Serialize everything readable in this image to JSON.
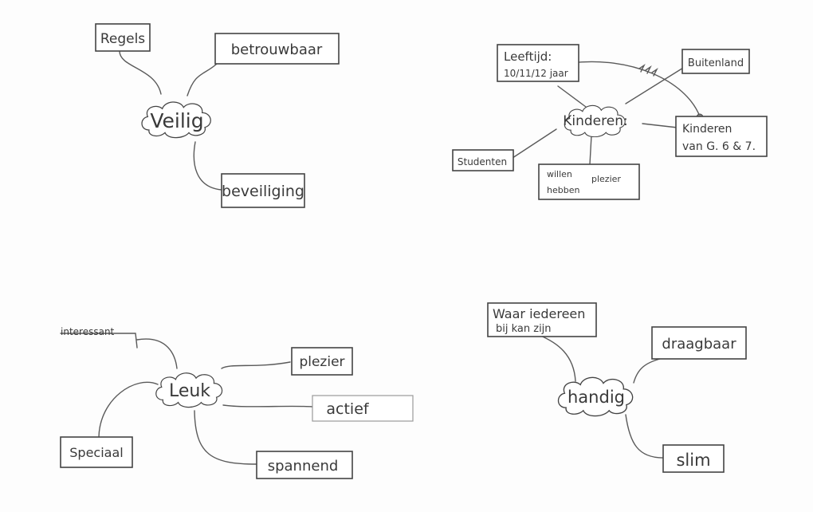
{
  "maps": [
    {
      "center": "Veilig",
      "nodes": {
        "regels": "Regels",
        "betrouwbaar": "betrouwbaar",
        "beveiliging": "beveiliging"
      }
    },
    {
      "center": "Kinderen:",
      "nodes": {
        "leeftijd_line1": "Leeftijd:",
        "leeftijd_line2": "10/11/12 jaar",
        "buitenland": "Buitenland",
        "kinderen_groep_line1": "Kinderen",
        "kinderen_groep_line2": "van G. 6 & 7.",
        "studenten": "Studenten",
        "plezier_line1": "willen",
        "plezier_line2": "plezier",
        "plezier_line3": "hebben"
      }
    },
    {
      "center": "Leuk",
      "nodes": {
        "interessant": "interessant",
        "plezier": "plezier",
        "actief": "actief",
        "speciaal": "Speciaal",
        "spannend": "spannend"
      }
    },
    {
      "center": "handig",
      "nodes": {
        "waar_line1": "Waar iedereen",
        "waar_line2": "bij kan zijn",
        "draagbaar": "draagbaar",
        "slim": "slim"
      }
    }
  ]
}
